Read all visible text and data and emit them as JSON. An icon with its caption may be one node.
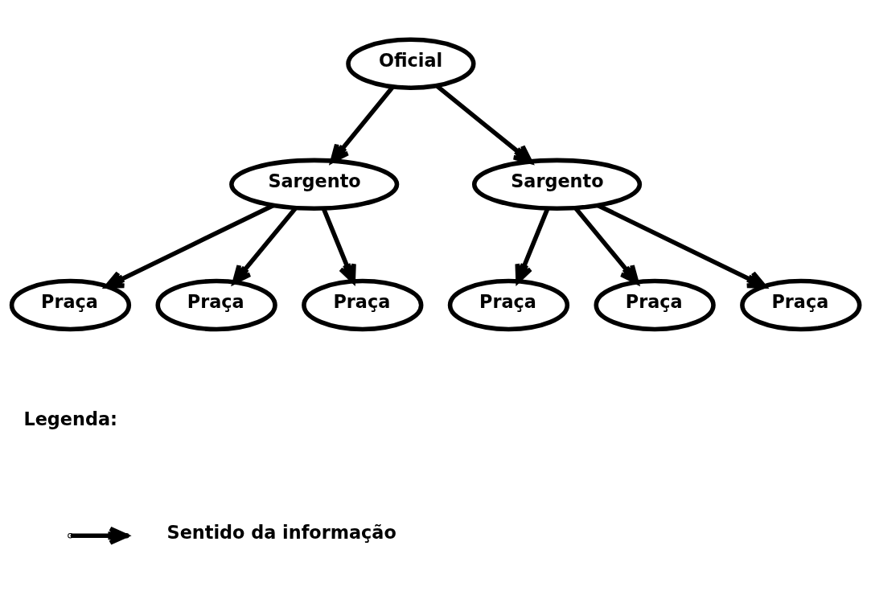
{
  "diagram": {
    "nodes": [
      {
        "text": [
          "Oficial"
        ]
      },
      {
        "text": [
          "Sargento"
        ]
      },
      {
        "text": [
          "Sargento"
        ]
      },
      {
        "text": [
          "Praça"
        ]
      },
      {
        "text": [
          "Praça"
        ]
      },
      {
        "text": [
          "Praça"
        ]
      },
      {
        "text": [
          "Praça"
        ]
      },
      {
        "text": [
          "Praça"
        ]
      },
      {
        "text": [
          "Praça"
        ]
      }
    ],
    "edges": [
      {
        "from": 0,
        "to": 1,
        "arrow": "to"
      },
      {
        "from": 0,
        "to": 2,
        "arrow": "to"
      },
      {
        "from": 1,
        "to": 3,
        "arrow": "to"
      },
      {
        "from": 1,
        "to": 4,
        "arrow": "to"
      },
      {
        "from": 1,
        "to": 5,
        "arrow": "to"
      },
      {
        "from": 2,
        "to": 6,
        "arrow": "to"
      },
      {
        "from": 2,
        "to": 7,
        "arrow": "to"
      },
      {
        "from": 2,
        "to": 8,
        "arrow": "to"
      }
    ],
    "labels": [
      "Legenda:"
    ],
    "legend": [
      {
        "text": "Sentido da informação"
      }
    ]
  }
}
